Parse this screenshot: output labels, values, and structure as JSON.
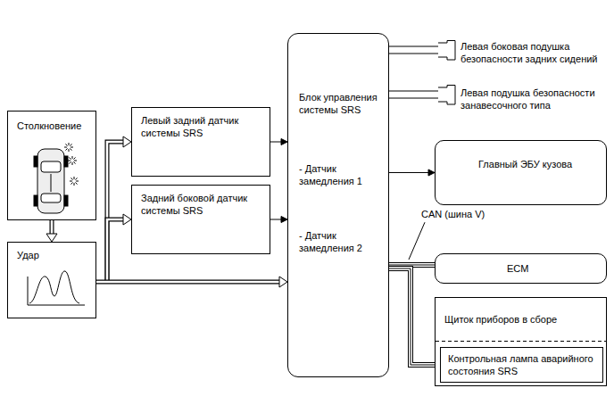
{
  "diagram": {
    "nodes": [
      {
        "text": [
          "Столкновение"
        ]
      },
      {
        "text": [
          "Удар"
        ]
      },
      {
        "text": [
          "Левый задний датчик системы SRS"
        ]
      },
      {
        "text": [
          "Задний боковой датчик системы SRS"
        ]
      },
      {
        "text": [
          "Блок управления системы SRS",
          "- Датчик замедления 1",
          "- Датчик замедления 2"
        ]
      },
      {
        "text": [
          "Левая боковая подушка безопасности задних сидений"
        ]
      },
      {
        "text": [
          "Левая подушка безопасности занавесочного типа"
        ]
      },
      {
        "text": [
          "Главный ЭБУ кузова"
        ]
      },
      {
        "text": [
          "ECM"
        ]
      },
      {
        "text": [
          "Щиток приборов в сборе"
        ]
      },
      {
        "text": [
          "Контрольная лампа аварийного состояния SRS"
        ],
        "in": 9
      }
    ],
    "edges": [
      {
        "from": 0,
        "to": 1,
        "arrow": "to"
      },
      {
        "from": 1,
        "to": 2,
        "arrow": "to"
      },
      {
        "from": 1,
        "to": 3,
        "arrow": "to"
      },
      {
        "from": 1,
        "to": 4,
        "arrow": "to"
      },
      {
        "from": 2,
        "to": 4,
        "arrow": "to"
      },
      {
        "from": 3,
        "to": 4,
        "arrow": "to"
      },
      {
        "from": 4,
        "to": 5,
        "arrow": "none"
      },
      {
        "from": 4,
        "to": 6,
        "arrow": "none"
      },
      {
        "from": 4,
        "to": 7,
        "arrow": "to"
      },
      {
        "from": 4,
        "to": 8,
        "label": "CAN (шина V)",
        "arrow": "none"
      },
      {
        "from": 4,
        "to": 10,
        "arrow": "none"
      }
    ]
  }
}
